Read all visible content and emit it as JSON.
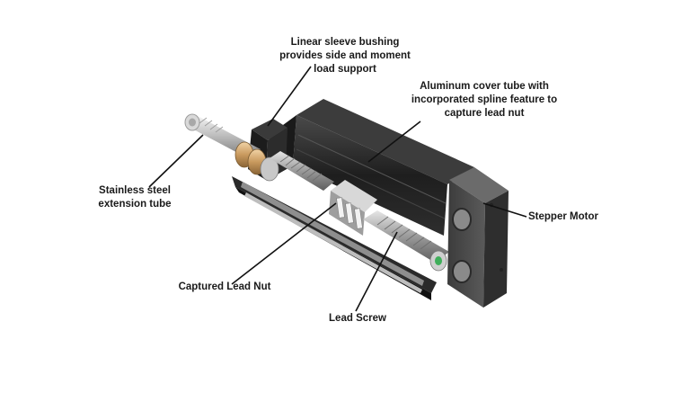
{
  "figure": {
    "subject": "linear actuator cutaway",
    "background": "#ffffff",
    "line_color": "#111111"
  },
  "labels": {
    "bushing": {
      "lines": [
        "Linear sleeve bushing",
        "provides side and moment",
        "load support"
      ]
    },
    "cover": {
      "lines": [
        "Aluminum cover tube with",
        "incorporated spline feature to",
        "capture lead nut"
      ]
    },
    "tube": {
      "lines": [
        "Stainless steel",
        "extension tube"
      ]
    },
    "motor": {
      "lines": [
        "Stepper Motor"
      ]
    },
    "nut": {
      "lines": [
        "Captured Lead Nut"
      ]
    },
    "screw": {
      "lines": [
        "Lead Screw"
      ]
    }
  }
}
